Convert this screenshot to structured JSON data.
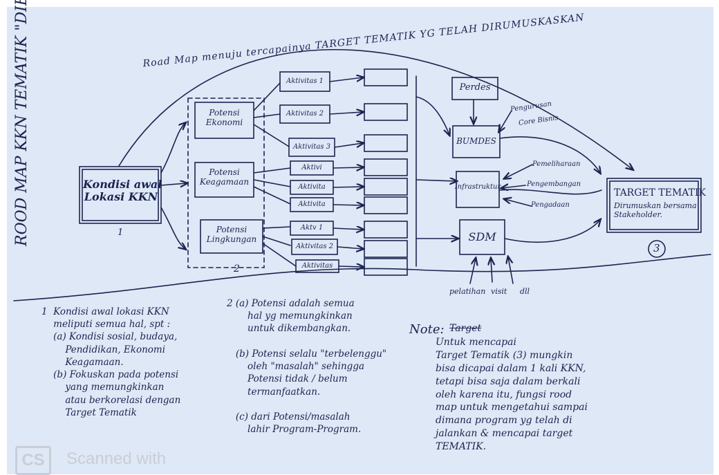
{
  "title_vertical": "ROOD MAP KKN TEMATIK \"DIENG\"",
  "arc_label": "Road Map menuju tercapainya TARGET TEMATIK YG TELAH DIRUMUSKASKAN",
  "nodes": {
    "start_title": "Kondisi awal\nLokasi KKN",
    "start_num": "1",
    "potensi_ekonomi": "Potensi\nEkonomi",
    "potensi_keagamaan": "Potensi\nKeagamaan",
    "potensi_lingkungan": "Potensi\nLingkungan",
    "group_num": "2",
    "perdes": "Perdes",
    "bumdes": "BUMDES",
    "infrastruktur": "Infrastruktur",
    "sdm": "SDM",
    "target_title": "TARGET TEMATIK",
    "target_sub": "Dirumuskan bersama\nStakeholder.",
    "target_num": "3"
  },
  "activities": [
    "Aktivitas 1",
    "Aktivitas 2",
    "Aktivitas 3",
    "Aktivi",
    "Aktivita",
    "Aktivita",
    "Aktv 1",
    "Aktivitas 2",
    "Aktivitas"
  ],
  "side_labels": {
    "pengurusan": "Pengurusan",
    "core_bisnis": "Core Bisnis",
    "pemeliharaan": "Pemeliharaan",
    "pengembangan": "Pengembangan",
    "pengadaan": "Pengadaan",
    "pelatihan": "pelatihan",
    "visit": "visit",
    "dll": "dll"
  },
  "notes": {
    "col1": "1  Kondisi awal lokasi KKN\n    meliputi semua hal, spt :\n    (a) Kondisi sosial, budaya,\n        Pendidikan, Ekonomi\n        Keagamaan.\n    (b) Fokuskan pada potensi\n        yang memungkinkan\n        atau berkorelasi dengan\n        Target Tematik",
    "col2": "2 (a) Potensi adalah semua\n       hal yg memungkinkan\n       untuk dikembangkan.\n\n   (b) Potensi selalu \"terbelenggu\"\n       oleh \"masalah\" sehingga\n       Potensi tidak / belum\n       termanfaatkan.\n\n   (c) dari Potensi/masalah\n       lahir Program-Program.",
    "col3_head": "Note:",
    "col3_struck": "Target",
    "col3": "Untuk mencapai\nTarget Tematik (3) mungkin\nbisa dicapai dalam 1 kali KKN,\ntetapi bisa saja dalam berkali\noleh karena itu, fungsi rood\nmap untuk mengetahui sampai\ndimana program yg telah di\njalankan & mencapai target\nTEMATIK."
  },
  "watermark": "Scanned with",
  "watermark_badge": "CS",
  "colors": {
    "paper": "#dfe8f6",
    "ink": "#1b2450"
  }
}
